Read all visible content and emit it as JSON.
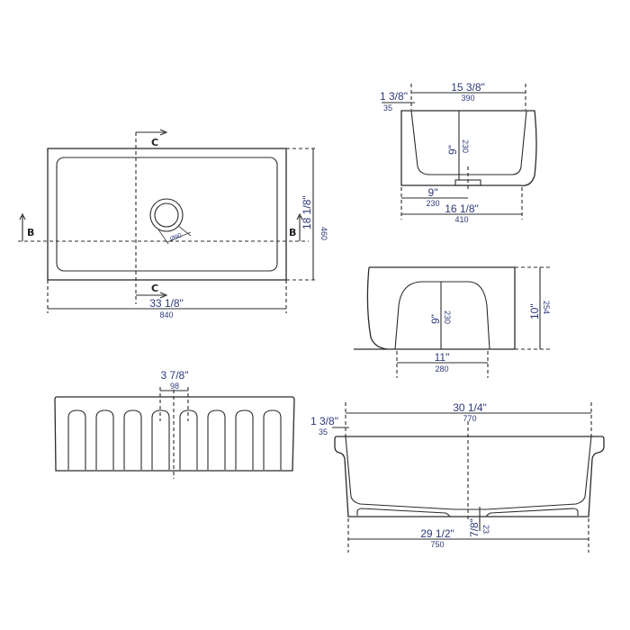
{
  "diagram": {
    "subject": "Farmhouse sink dimension drawing",
    "colors": {
      "line": "#2b2b2b",
      "dimension_text": "#2e3a7a",
      "background": "#ffffff"
    },
    "top_view": {
      "section_markers": {
        "b_left": "B",
        "b_right": "B",
        "c_top": "C",
        "c_bottom": "C"
      },
      "drain_diameter": "Ø90",
      "width_in": "33 1/8\"",
      "width_mm": "840",
      "depth_in": "18 1/8\"",
      "depth_mm": "460"
    },
    "section_c_view": {
      "width_top_in": "15 3/8\"",
      "width_top_mm": "390",
      "rim_in": "1 3/8\"",
      "rim_mm": "35",
      "bowl_depth_in": "9\"",
      "bowl_depth_mm": "230",
      "drain_offset_in": "9\"",
      "drain_offset_mm": "230",
      "overall_in": "16 1/8\"",
      "overall_mm": "410"
    },
    "side_view": {
      "height_in": "10\"",
      "height_mm": "254",
      "bowl_depth_in": "9\"",
      "bowl_depth_mm": "230",
      "cutout_width_in": "11\"",
      "cutout_width_mm": "280"
    },
    "front_apron_view": {
      "flute_count": 8,
      "spacing_in": "3 7/8\"",
      "spacing_mm": "98"
    },
    "section_b_view": {
      "width_top_in": "30 1/4\"",
      "width_top_mm": "770",
      "rim_in": "1 3/8\"",
      "rim_mm": "35",
      "bottom_in": "7/8\"",
      "bottom_mm": "23",
      "width_bottom_in": "29 1/2\"",
      "width_bottom_mm": "750"
    }
  }
}
